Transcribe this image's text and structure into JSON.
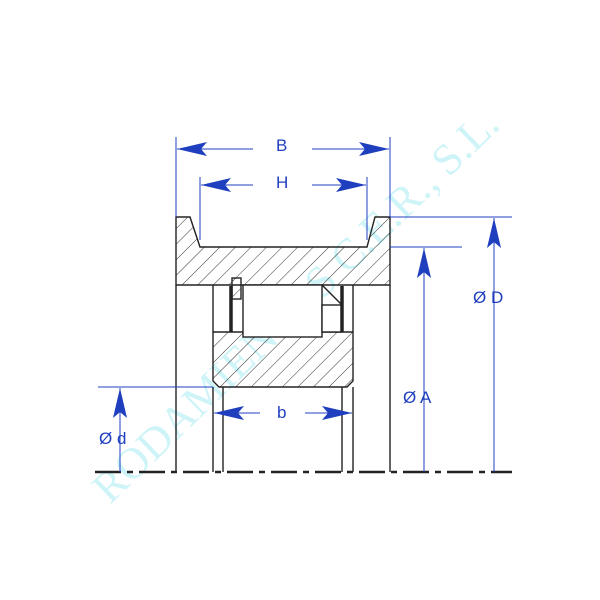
{
  "diagram": {
    "title": "Bearing cross-section dimensions",
    "labels": {
      "B": "B",
      "H": "H",
      "b": "b",
      "D": "Ø D",
      "A": "Ø A",
      "d": "Ø d"
    },
    "watermark": "RODAMIENTOS C.E.R., S.L.",
    "colors": {
      "dimension": "#1f3fbf",
      "outline": "#222222",
      "watermark": "#c6f3f7"
    }
  }
}
